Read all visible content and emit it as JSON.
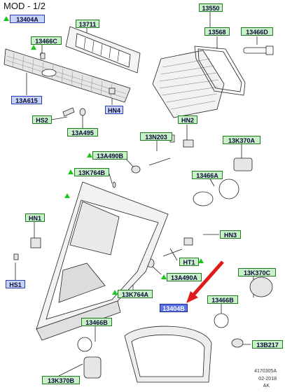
{
  "header": {
    "title": "MOD - 1/2"
  },
  "footer": {
    "code": "4170305A",
    "date": "02-2018",
    "suffix": "AK"
  },
  "colors": {
    "label_green": "#c9f0c9",
    "label_blue": "#c7d4f7",
    "label_selected": "#5c73e6",
    "border_green": "#1f7a1f",
    "pointer_arrow": "#e01b1b",
    "marker_triangle": "#19c819"
  },
  "labels": {
    "p13404A": "13404A",
    "p13711": "13711",
    "p13550": "13550",
    "p13568": "13568",
    "p13466D": "13466D",
    "p13466C": "13466C",
    "p13A615": "13A615",
    "pHN4": "HN4",
    "pHS2": "HS2",
    "p13A495": "13A495",
    "p13N203": "13N203",
    "pHN2": "HN2",
    "p13K370A": "13K370A",
    "p13A490B": "13A490B",
    "p13K764B": "13K764B",
    "p13466A": "13466A",
    "pHN1": "HN1",
    "pHN3": "HN3",
    "pHT1": "HT1",
    "pHS1": "HS1",
    "p13A490A": "13A490A",
    "p13K370C": "13K370C",
    "p13K764A": "13K764A",
    "p13404B": "13404B",
    "p13466B_r": "13466B",
    "p13466B_l": "13466B",
    "p13B217": "13B217",
    "p13K370B": "13K370B"
  }
}
